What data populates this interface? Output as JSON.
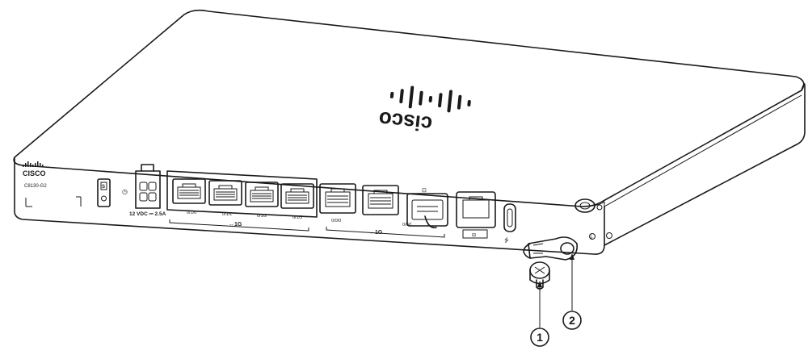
{
  "device": {
    "brand": "CISCO",
    "model": "C8130-G2",
    "logo_lettering": "cisco",
    "power_rating": "12 VDC ⎓ 2.5A",
    "ports_lan": [
      "0/1/0",
      "0/1/1",
      "0/1/2",
      "0/1/3"
    ],
    "ports_wan": [
      "0/0/0",
      "0/0/1"
    ],
    "lan_group_label": "↔1G",
    "wan_group_label": "↔1G"
  },
  "callouts": [
    {
      "number": "1",
      "target": "ground-screw"
    },
    {
      "number": "2",
      "target": "ground-lug"
    }
  ],
  "colors": {
    "line": "#1a1a1a",
    "background": "#ffffff"
  }
}
